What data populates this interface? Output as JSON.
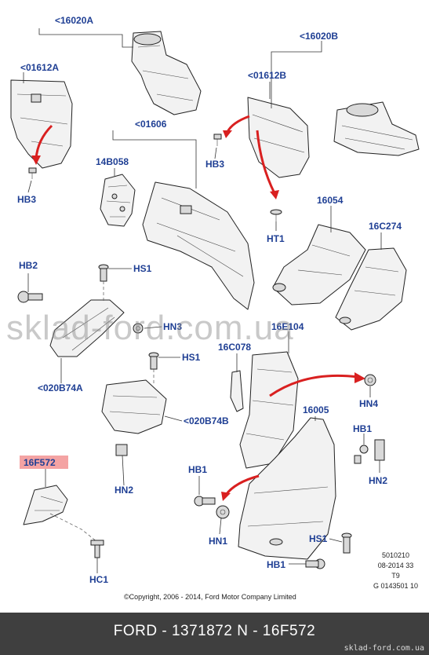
{
  "labels": {
    "l16020A": "<16020A",
    "l01612A": "<01612A",
    "lHB3_left": "HB3",
    "l01606": "<01606",
    "l14B058": "14B058",
    "l16020B": "<16020B",
    "l01612B": "<01612B",
    "lHB3_right": "HB3",
    "lHT1": "HT1",
    "l16054": "16054",
    "l16C274": "16C274",
    "lHB2": "HB2",
    "lHS1_top": "HS1",
    "lHN3": "HN3",
    "l16E104": "16E104",
    "l16C078": "16C078",
    "lHS1_mid": "HS1",
    "l020B74A": "<020B74A",
    "lHN4": "HN4",
    "l020B74B": "<020B74B",
    "l16005": "16005",
    "lHB1_right": "HB1",
    "lHN2_right": "HN2",
    "l16F572": "16F572",
    "lHN2_left": "HN2",
    "lHB1_mid": "HB1",
    "lHN1": "HN1",
    "lHS1_bottom": "HS1",
    "lHB1_bottom": "HB1",
    "lHC1": "HC1"
  },
  "highlight_color": "#f4a3a3",
  "label_color": "#1f3f94",
  "arrow_color": "#d92020",
  "watermark": "sklad-ford.com.ua",
  "copyright": "©Copyright, 2006 - 2014, Ford Motor Company Limited",
  "reference": {
    "line1": "5010210",
    "line2": "08-2014 33",
    "line3": "T9",
    "line4": "G 0143501 10"
  },
  "footer": {
    "text": "FORD - 1371872     N - 16F572",
    "url": "sklad-ford.com.ua"
  }
}
